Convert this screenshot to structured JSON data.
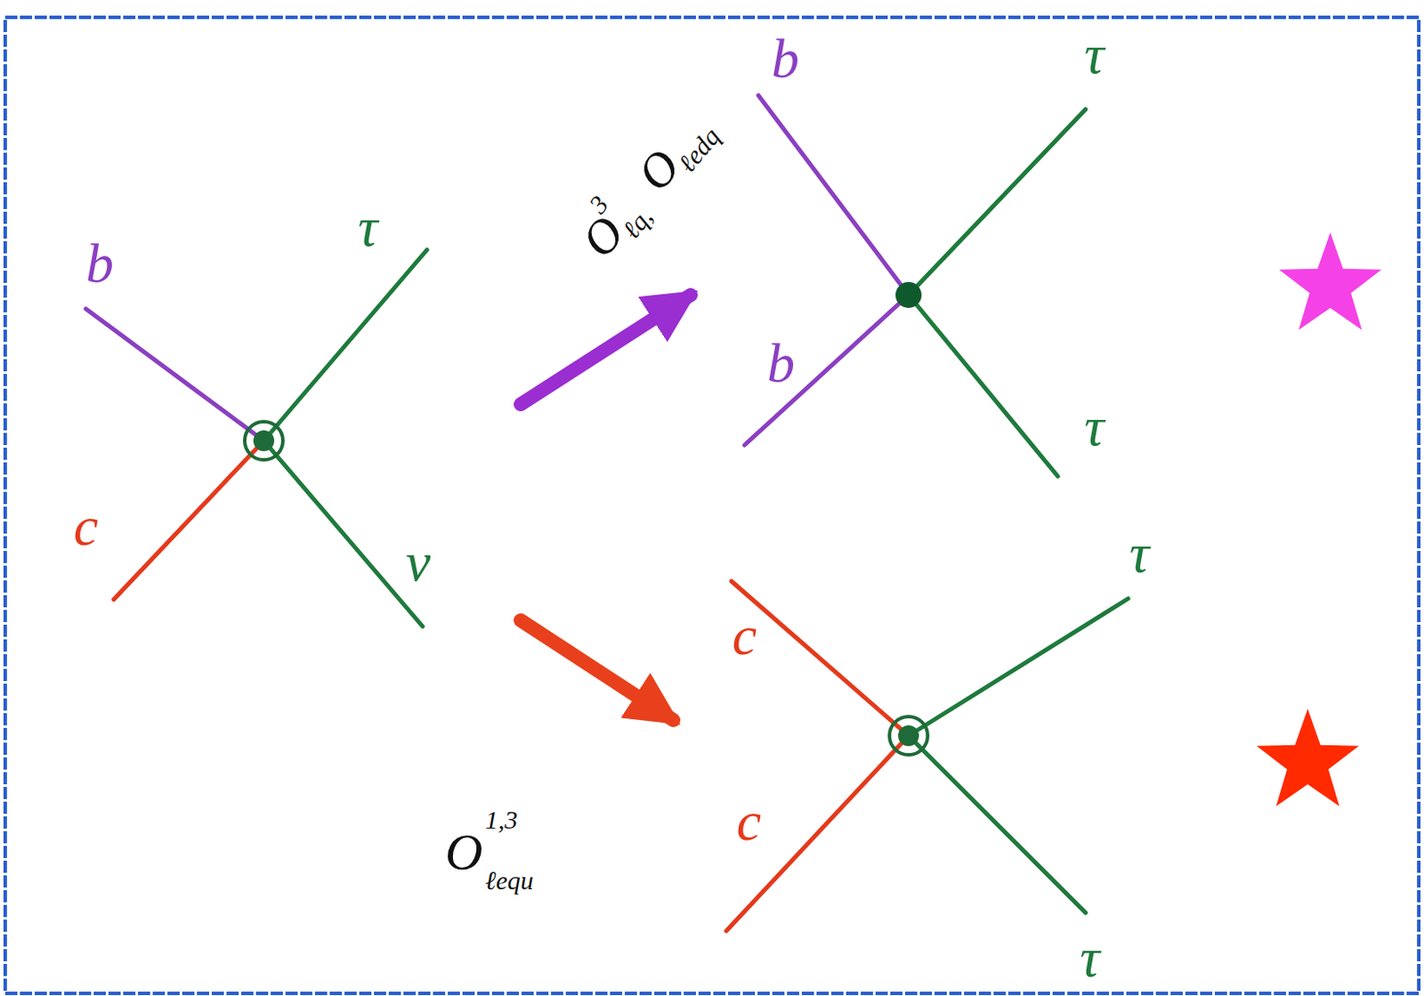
{
  "diagram": {
    "nodes": [
      {
        "text": [
          "b",
          "τ",
          "c",
          "ν"
        ]
      },
      {
        "text": [
          "b",
          "b",
          "τ",
          "τ"
        ]
      },
      {
        "text": [
          "c",
          "c",
          "τ",
          "τ"
        ]
      }
    ],
    "edges": [
      {
        "from": 0,
        "to": 1,
        "arrow": "to"
      },
      {
        "from": 0,
        "to": 2,
        "arrow": "to"
      }
    ],
    "labels": [
      "O",
      "3",
      "ℓq,",
      "O",
      "ℓedq",
      "O",
      "1,3",
      "ℓequ"
    ]
  }
}
